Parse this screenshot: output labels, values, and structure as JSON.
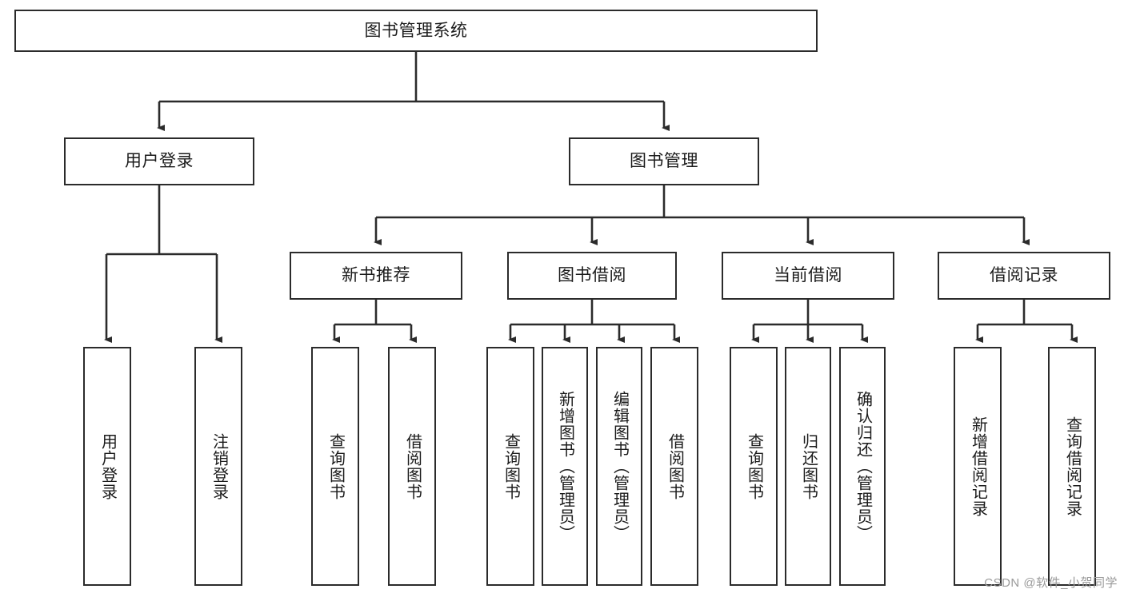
{
  "diagram": {
    "title": "图书管理系统",
    "type": "tree-hierarchy-diagram",
    "colors": {
      "background": "#ffffff",
      "border": "#2b2b2b",
      "text": "#1b1b1b",
      "watermark": "#9a9a9a"
    },
    "root": {
      "label": "图书管理系统"
    },
    "level2": [
      {
        "label": "用户登录"
      },
      {
        "label": "图书管理"
      }
    ],
    "level3": [
      {
        "label": "新书推荐"
      },
      {
        "label": "图书借阅"
      },
      {
        "label": "当前借阅"
      },
      {
        "label": "借阅记录"
      }
    ],
    "leaves": {
      "user_login": [
        {
          "label": "用户登录"
        },
        {
          "label": "注销登录"
        }
      ],
      "new_book_recommend": [
        {
          "label": "查询图书"
        },
        {
          "label": "借阅图书"
        }
      ],
      "book_borrow": [
        {
          "label": "查询图书"
        },
        {
          "label": "新增图书（管理员）"
        },
        {
          "label": "编辑图书（管理员）"
        },
        {
          "label": "借阅图书"
        }
      ],
      "current_borrow": [
        {
          "label": "查询图书"
        },
        {
          "label": "归还图书"
        },
        {
          "label": "确认归还（管理员）"
        }
      ],
      "borrow_record": [
        {
          "label": "新增借阅记录"
        },
        {
          "label": "查询借阅记录"
        }
      ]
    },
    "watermark": "CSDN @软件_小贺同学"
  }
}
